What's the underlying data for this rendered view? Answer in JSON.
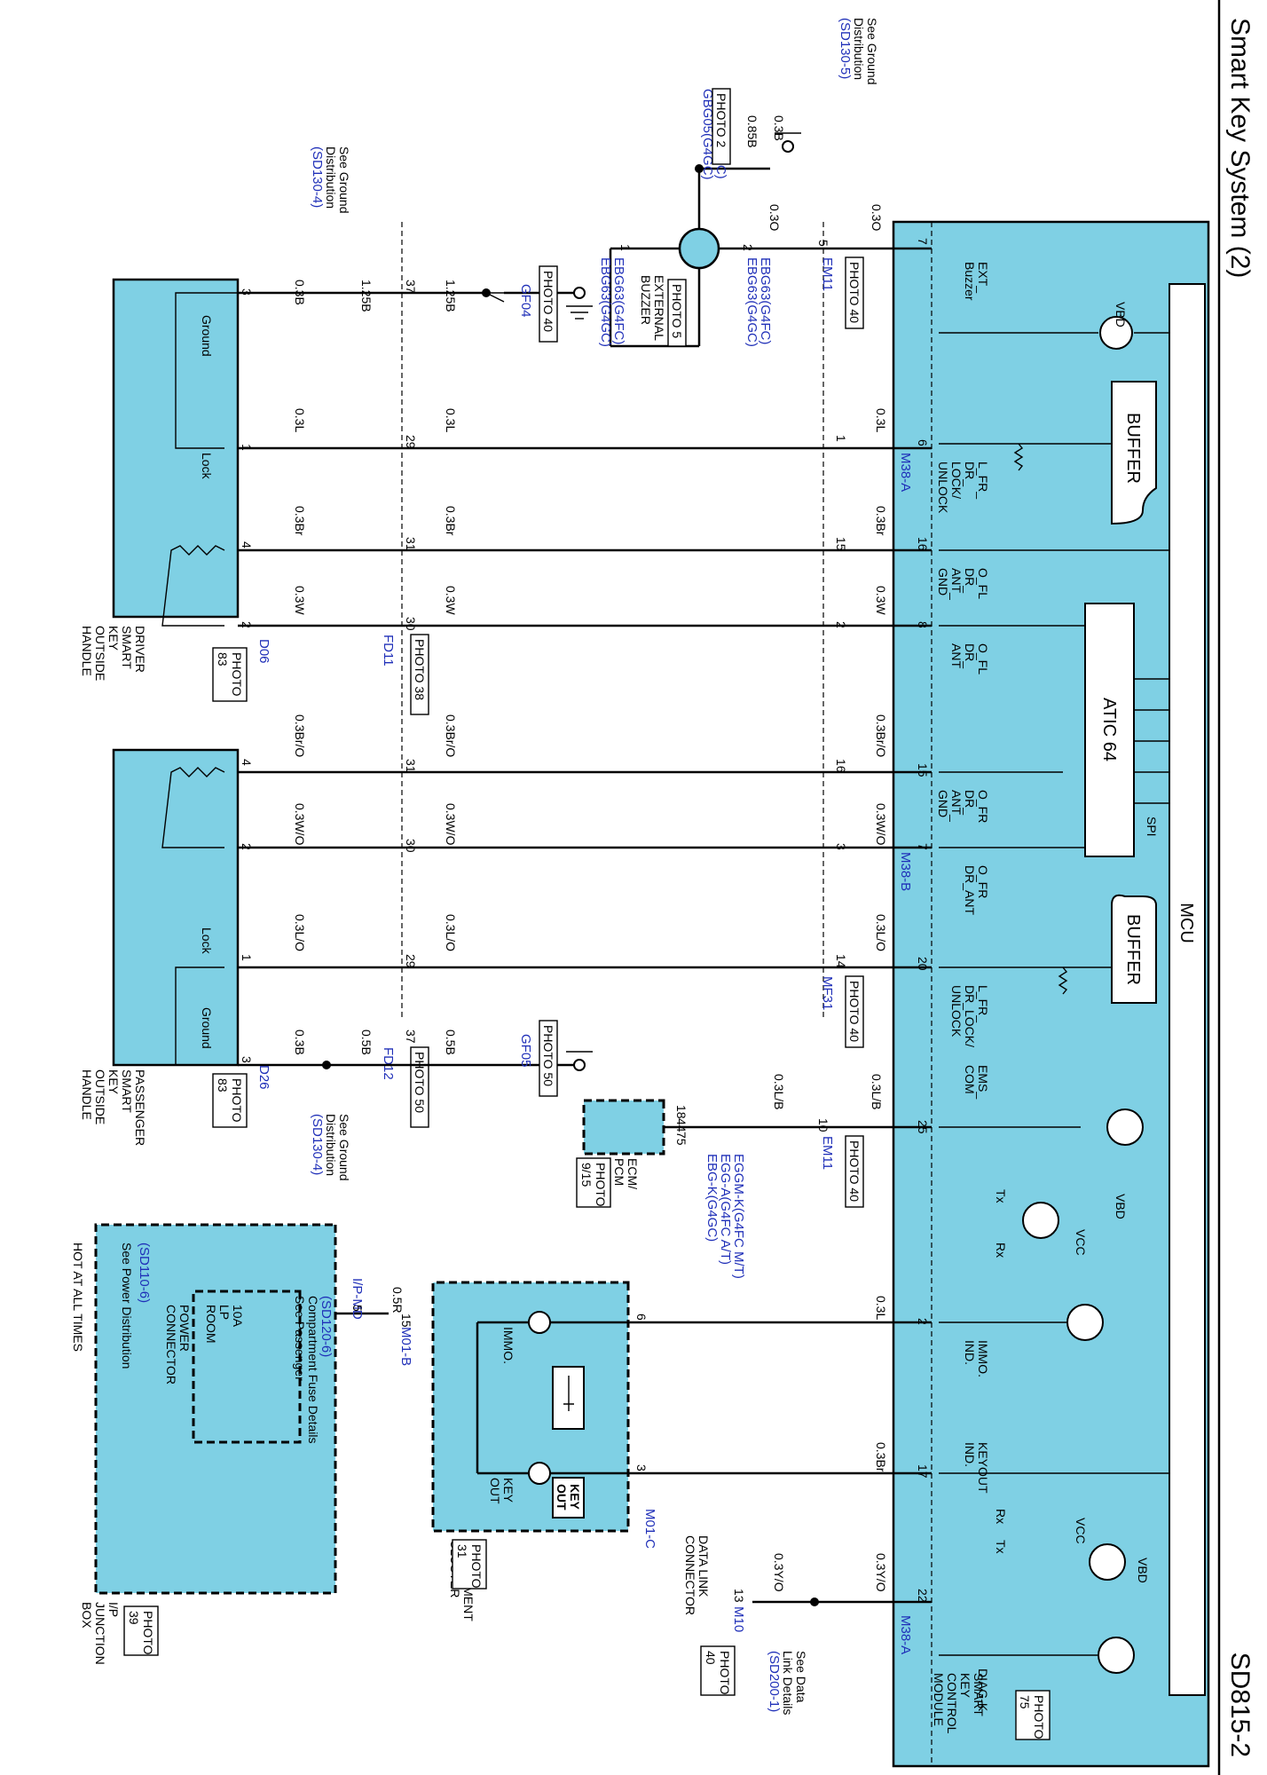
{
  "header": {
    "title": "Smart Key System (2)",
    "page_code": "SD815-2"
  },
  "colors": {
    "component_fill": "#7fd0e4",
    "link_blue": "#1f2fb8"
  },
  "module": {
    "name_lines": [
      "SMART",
      "KEY",
      "CONTROL",
      "MODULE"
    ],
    "photo": [
      "PHOTO",
      "75"
    ],
    "mcu": "MCU",
    "buffer1": "BUFFER",
    "buffer2": "BUFFER",
    "atic": "ATIC 64",
    "spi": "SPI",
    "conn_a": "M38-A",
    "conn_b": "M38-B",
    "conn_a2": "M38-A",
    "vbd": "VBD",
    "vcc": "VCC",
    "tx": "Tx",
    "rx": "Rx",
    "pins": [
      "7",
      "6",
      "16",
      "8",
      "15",
      "7",
      "20",
      "25",
      "2",
      "17",
      "22"
    ],
    "pin_labels": {
      "ext_buzzer": [
        "EXT_",
        "Buzzer"
      ],
      "lfr_dr": [
        "L_FR_",
        "DR_",
        "LOCK/",
        "UNLOCK"
      ],
      "ofl_gnd": [
        "O_FL",
        "DR_",
        "ANT_",
        "GND"
      ],
      "ofl_ant": [
        "O_FL",
        "DR_",
        "ANT"
      ],
      "ofr_gnd": [
        "O_FR",
        "DR_",
        "ANT_",
        "GND"
      ],
      "ofr_ant": [
        "O_FR",
        "DR_ANT"
      ],
      "lfr_pass": [
        "L_FR_",
        "DR_LOCK/",
        "UNLOCK"
      ],
      "ems": [
        "EMS_",
        "COM"
      ],
      "immo": [
        "IMMO.",
        "IND."
      ],
      "keyout": [
        "KEYOUT",
        "IND."
      ],
      "diag": [
        "DIAG-K"
      ]
    }
  },
  "ground_top": {
    "see": [
      "See Ground",
      "Distribution"
    ],
    "ref": "(SD130-5)",
    "wire1": "0.3B",
    "wire2": "0.85B",
    "grounds": [
      "GGG05(G4FC)",
      "GBG05(G4GC)"
    ],
    "photo": "PHOTO 2"
  },
  "buzzer": {
    "name": [
      "EXTERNAL",
      "BUZZER"
    ],
    "photo": "PHOTO 5",
    "pin1": "1",
    "pin2": "2",
    "conn1": [
      "EBG63(G4FC)",
      "EBG63(G4GC)"
    ],
    "conn2": [
      "EBG63(G4FC)",
      "EBG63(G4GC)"
    ],
    "em11_pin": "5",
    "em11": "EM11",
    "em11_photo": "PHOTO 40",
    "wire_a": "0.3O",
    "wire_b": "0.3O"
  },
  "driver_handle": {
    "name": [
      "DRIVER",
      "SMART",
      "KEY",
      "OUTSIDE",
      "HANDLE"
    ],
    "photo": [
      "PHOTO",
      "83"
    ],
    "conn": "D06",
    "pins": [
      "3",
      "1",
      "4",
      "2"
    ],
    "ground": "Ground",
    "lock": "Lock",
    "see": [
      "See Ground",
      "Distribution"
    ],
    "ref": "(SD130-4)",
    "gf04": "GF04",
    "gf04_photo": "PHOTO 40",
    "fd11": "FD11",
    "fd11_photo": "PHOTO 38",
    "fd_pins": [
      "37",
      "29",
      "31",
      "30"
    ],
    "mid_pins": [
      "1",
      "15",
      "2"
    ],
    "wires": {
      "gnd_a": "0.3B",
      "gnd_b": "1.25B",
      "gnd_c": "1.25B",
      "lock": "0.3L",
      "gnd": "0.3Br",
      "ant": "0.3W"
    }
  },
  "passenger_handle": {
    "name": [
      "PASSENGER",
      "SMART",
      "KEY",
      "OUTSIDE",
      "HANDLE"
    ],
    "photo": [
      "PHOTO",
      "83"
    ],
    "conn": "D26",
    "pins": [
      "4",
      "2",
      "1",
      "3"
    ],
    "ground": "Ground",
    "lock": "Lock",
    "see": [
      "See Ground",
      "Distribution"
    ],
    "ref": "(SD130-4)",
    "gf05": "GF05",
    "gf05_photo": "PHOTO 50",
    "fd12": "FD12",
    "fd12_photo": "PHOTO 50",
    "fd_pins": [
      "31",
      "30",
      "29",
      "37"
    ],
    "mid_pins": [
      "16",
      "3",
      "14"
    ],
    "mf31": "MF31",
    "mf31_photo": "PHOTO 40",
    "wires": {
      "gnd": "0.3Br/O",
      "ant": "0.3W/O",
      "lock": "0.3L/O",
      "g1": "0.3B",
      "g2": "0.5B",
      "g3": "0.5B"
    }
  },
  "ecm": {
    "name": [
      "ECM/",
      "PCM"
    ],
    "photo": [
      "PHOTO",
      "9/15"
    ],
    "pins": [
      "18",
      "44",
      "75"
    ],
    "conns": [
      "EGGM-K(G4FC M/T)",
      "EGG-A(G4FC A/T)",
      "EBG-K(G4GC)"
    ],
    "wire_a": "0.3L/B",
    "wire_b": "0.3L/B",
    "em11_pin": "10",
    "em11": "EM11",
    "em11_photo": "PHOTO 40"
  },
  "junction": {
    "hot": "HOT AT ALL TIMES",
    "see_power": "See Power Distribution",
    "power_ref": "(SD110-6)",
    "power_conn": [
      "POWER",
      "CONNECTOR"
    ],
    "fuse": [
      "ROOM",
      "LP",
      "10A"
    ],
    "see_pass": [
      "See Passenger",
      "Compartment Fuse Details"
    ],
    "pass_ref": "(SD120-6)",
    "name": [
      "I/P",
      "JUNCTION",
      "BOX"
    ],
    "photo": [
      "PHOTO",
      "39"
    ],
    "pin": "5",
    "conn": "I/P-MD"
  },
  "cluster": {
    "name": [
      "INSTRUMENT",
      "CLUSTER"
    ],
    "photo": [
      "PHOTO",
      "31"
    ],
    "immo": "IMMO.",
    "keyout": [
      "KEY",
      "OUT"
    ],
    "keyout_box": [
      "KEY",
      "OUT"
    ],
    "pin15": "15",
    "wire_in": "0.5R",
    "pin6": "6",
    "pin3": "3",
    "conn_b": "M01-B",
    "conn_c": "M01-C",
    "wire_immo": "0.3L",
    "wire_key": "0.3Br"
  },
  "dlc": {
    "name": [
      "DATA LINK",
      "CONNECTOR"
    ],
    "photo": [
      "PHOTO",
      "40"
    ],
    "pin": "13",
    "conn": "M10",
    "wire_a": "0.3Y/O",
    "wire_b": "0.3Y/O",
    "see": [
      "See Data",
      "Link Details"
    ],
    "ref": "(SD200-1)"
  }
}
